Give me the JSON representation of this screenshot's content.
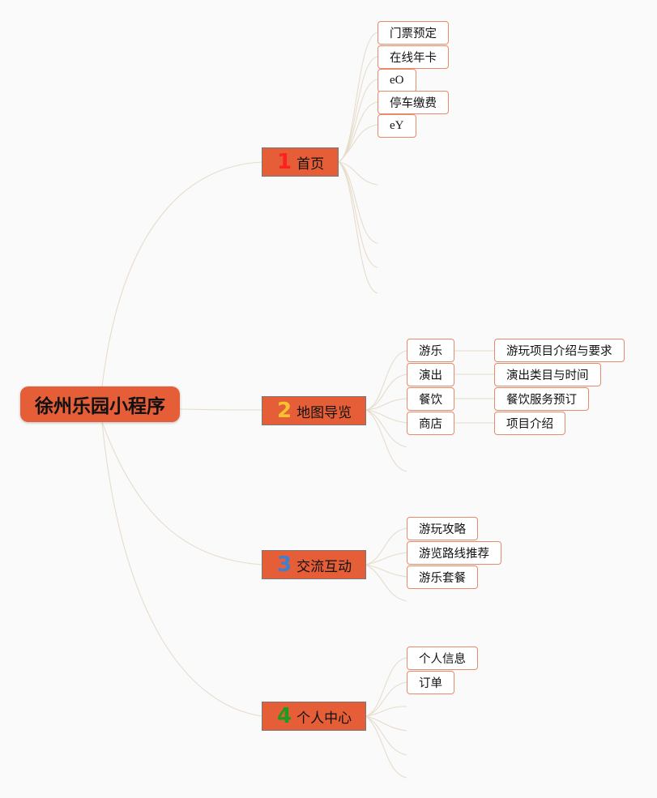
{
  "root": {
    "label": "徐州乐园小程序"
  },
  "branches": [
    {
      "num": "1",
      "num_color": "#ff2020",
      "label": "首页",
      "children": [
        "门票预定",
        "在线年卡",
        "eO",
        "停车缴费",
        "eY"
      ]
    },
    {
      "num": "2",
      "num_color": "#f6c230",
      "label": "地图导览",
      "children": [
        "游乐",
        "演出",
        "餐饮",
        "商店"
      ],
      "grandchildren": [
        "游玩项目介绍与要求",
        "演出类目与时间",
        "餐饮服务预订",
        "项目介绍"
      ]
    },
    {
      "num": "3",
      "num_color": "#3d7fd0",
      "label": "交流互动",
      "children": [
        "游玩攻略",
        "游览路线推荐",
        "游乐套餐"
      ]
    },
    {
      "num": "4",
      "num_color": "#1f9a23",
      "label": "个人中心",
      "children": [
        "个人信息",
        "订单"
      ]
    }
  ],
  "colors": {
    "node_fill": "#e55e37",
    "leaf_border": "#e8896a",
    "link": "#e7dccb"
  }
}
